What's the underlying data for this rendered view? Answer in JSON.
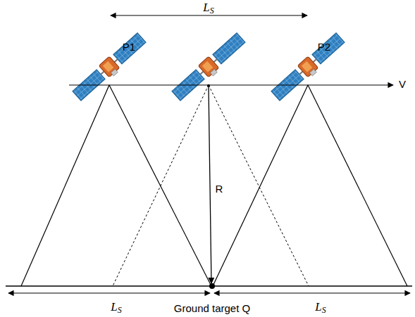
{
  "diagram": {
    "labels": [
      "LS",
      "P1",
      "P2",
      "V",
      "R",
      "LS",
      "Ground target Q",
      "LS"
    ]
  }
}
